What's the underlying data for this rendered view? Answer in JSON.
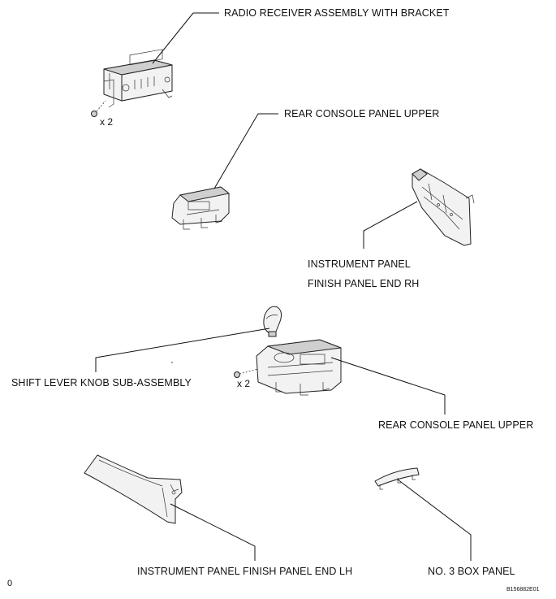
{
  "labels": {
    "radio_receiver": "RADIO RECEIVER ASSEMBLY WITH BRACKET",
    "rear_console_upper_1": "REAR CONSOLE PANEL UPPER",
    "instrument_panel_rh_line1": "INSTRUMENT PANEL",
    "instrument_panel_rh_line2": "FINISH PANEL END RH",
    "shift_lever_knob": "SHIFT LEVER KNOB SUB-ASSEMBLY",
    "rear_console_upper_2": "REAR CONSOLE PANEL UPPER",
    "instrument_panel_lh": "INSTRUMENT PANEL FINISH PANEL END LH",
    "no3_box_panel": "NO. 3 BOX PANEL"
  },
  "quantities": {
    "radio_screws": "x 2",
    "console_screws": "x 2"
  },
  "footer": {
    "left_mark": "0",
    "figure_code": "B156882E01"
  }
}
